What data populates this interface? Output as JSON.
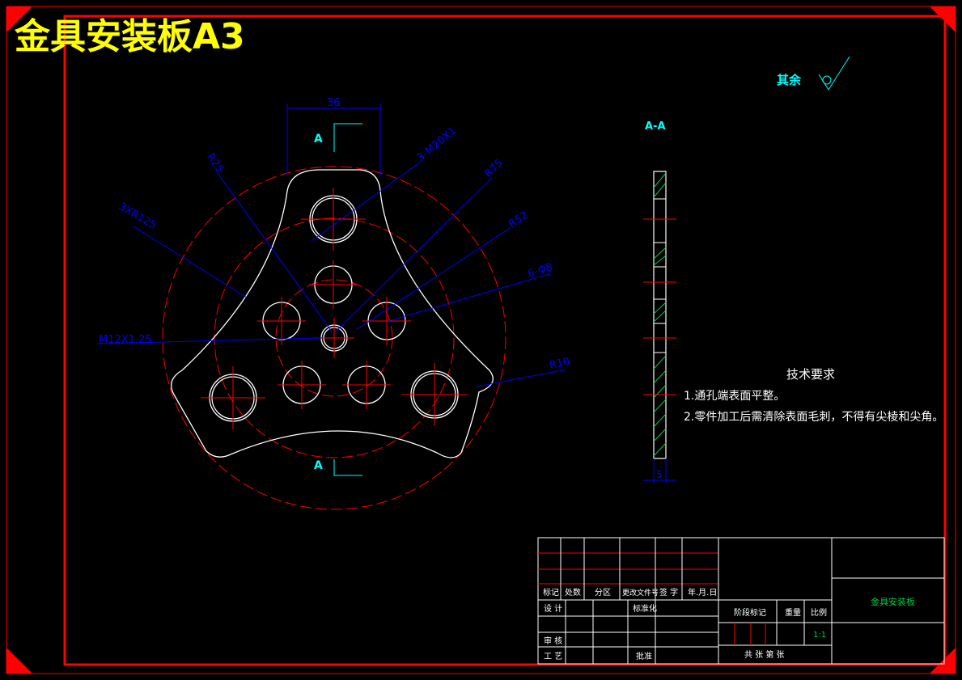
{
  "sheet": {
    "title": "金具安装板A3"
  },
  "roughness": {
    "label": "其余"
  },
  "section": {
    "marker": "A",
    "view_label": "A-A",
    "thickness_dim": "5"
  },
  "dimensions": {
    "width": "36",
    "r25": "R25",
    "tapped3": "3-M20X1",
    "r75": "R75",
    "r125": "3XR125",
    "r52": "R52",
    "holes6": "6-Φ8",
    "center_thread": "M12X1.25",
    "r10": "R10"
  },
  "tech": {
    "heading": "技术要求",
    "note1": "1.通孔端表面平整。",
    "note2": "2.零件加工后需清除表面毛刺，不得有尖棱和尖角。"
  },
  "title_block": {
    "part_name": "金具安装板",
    "scale": "1:1",
    "labels": {
      "mark": "标记",
      "count": "处数",
      "zone": "分区",
      "change_doc": "更改文件号",
      "sign": "签 字",
      "date": "年.月.日",
      "design": "设 计",
      "standardize": "标准化",
      "stage_mark": "阶段标记",
      "weight": "重量",
      "scale_label": "比例",
      "review": "审 核",
      "process": "工 艺",
      "approve": "批准",
      "sheets": "共    张  第    张"
    }
  },
  "colors": {
    "red": "#ff0000",
    "white": "#ffffff",
    "blue": "#0000ff",
    "cyan": "#00ffff",
    "yellow": "#ffff00",
    "green": "#00cc44"
  }
}
